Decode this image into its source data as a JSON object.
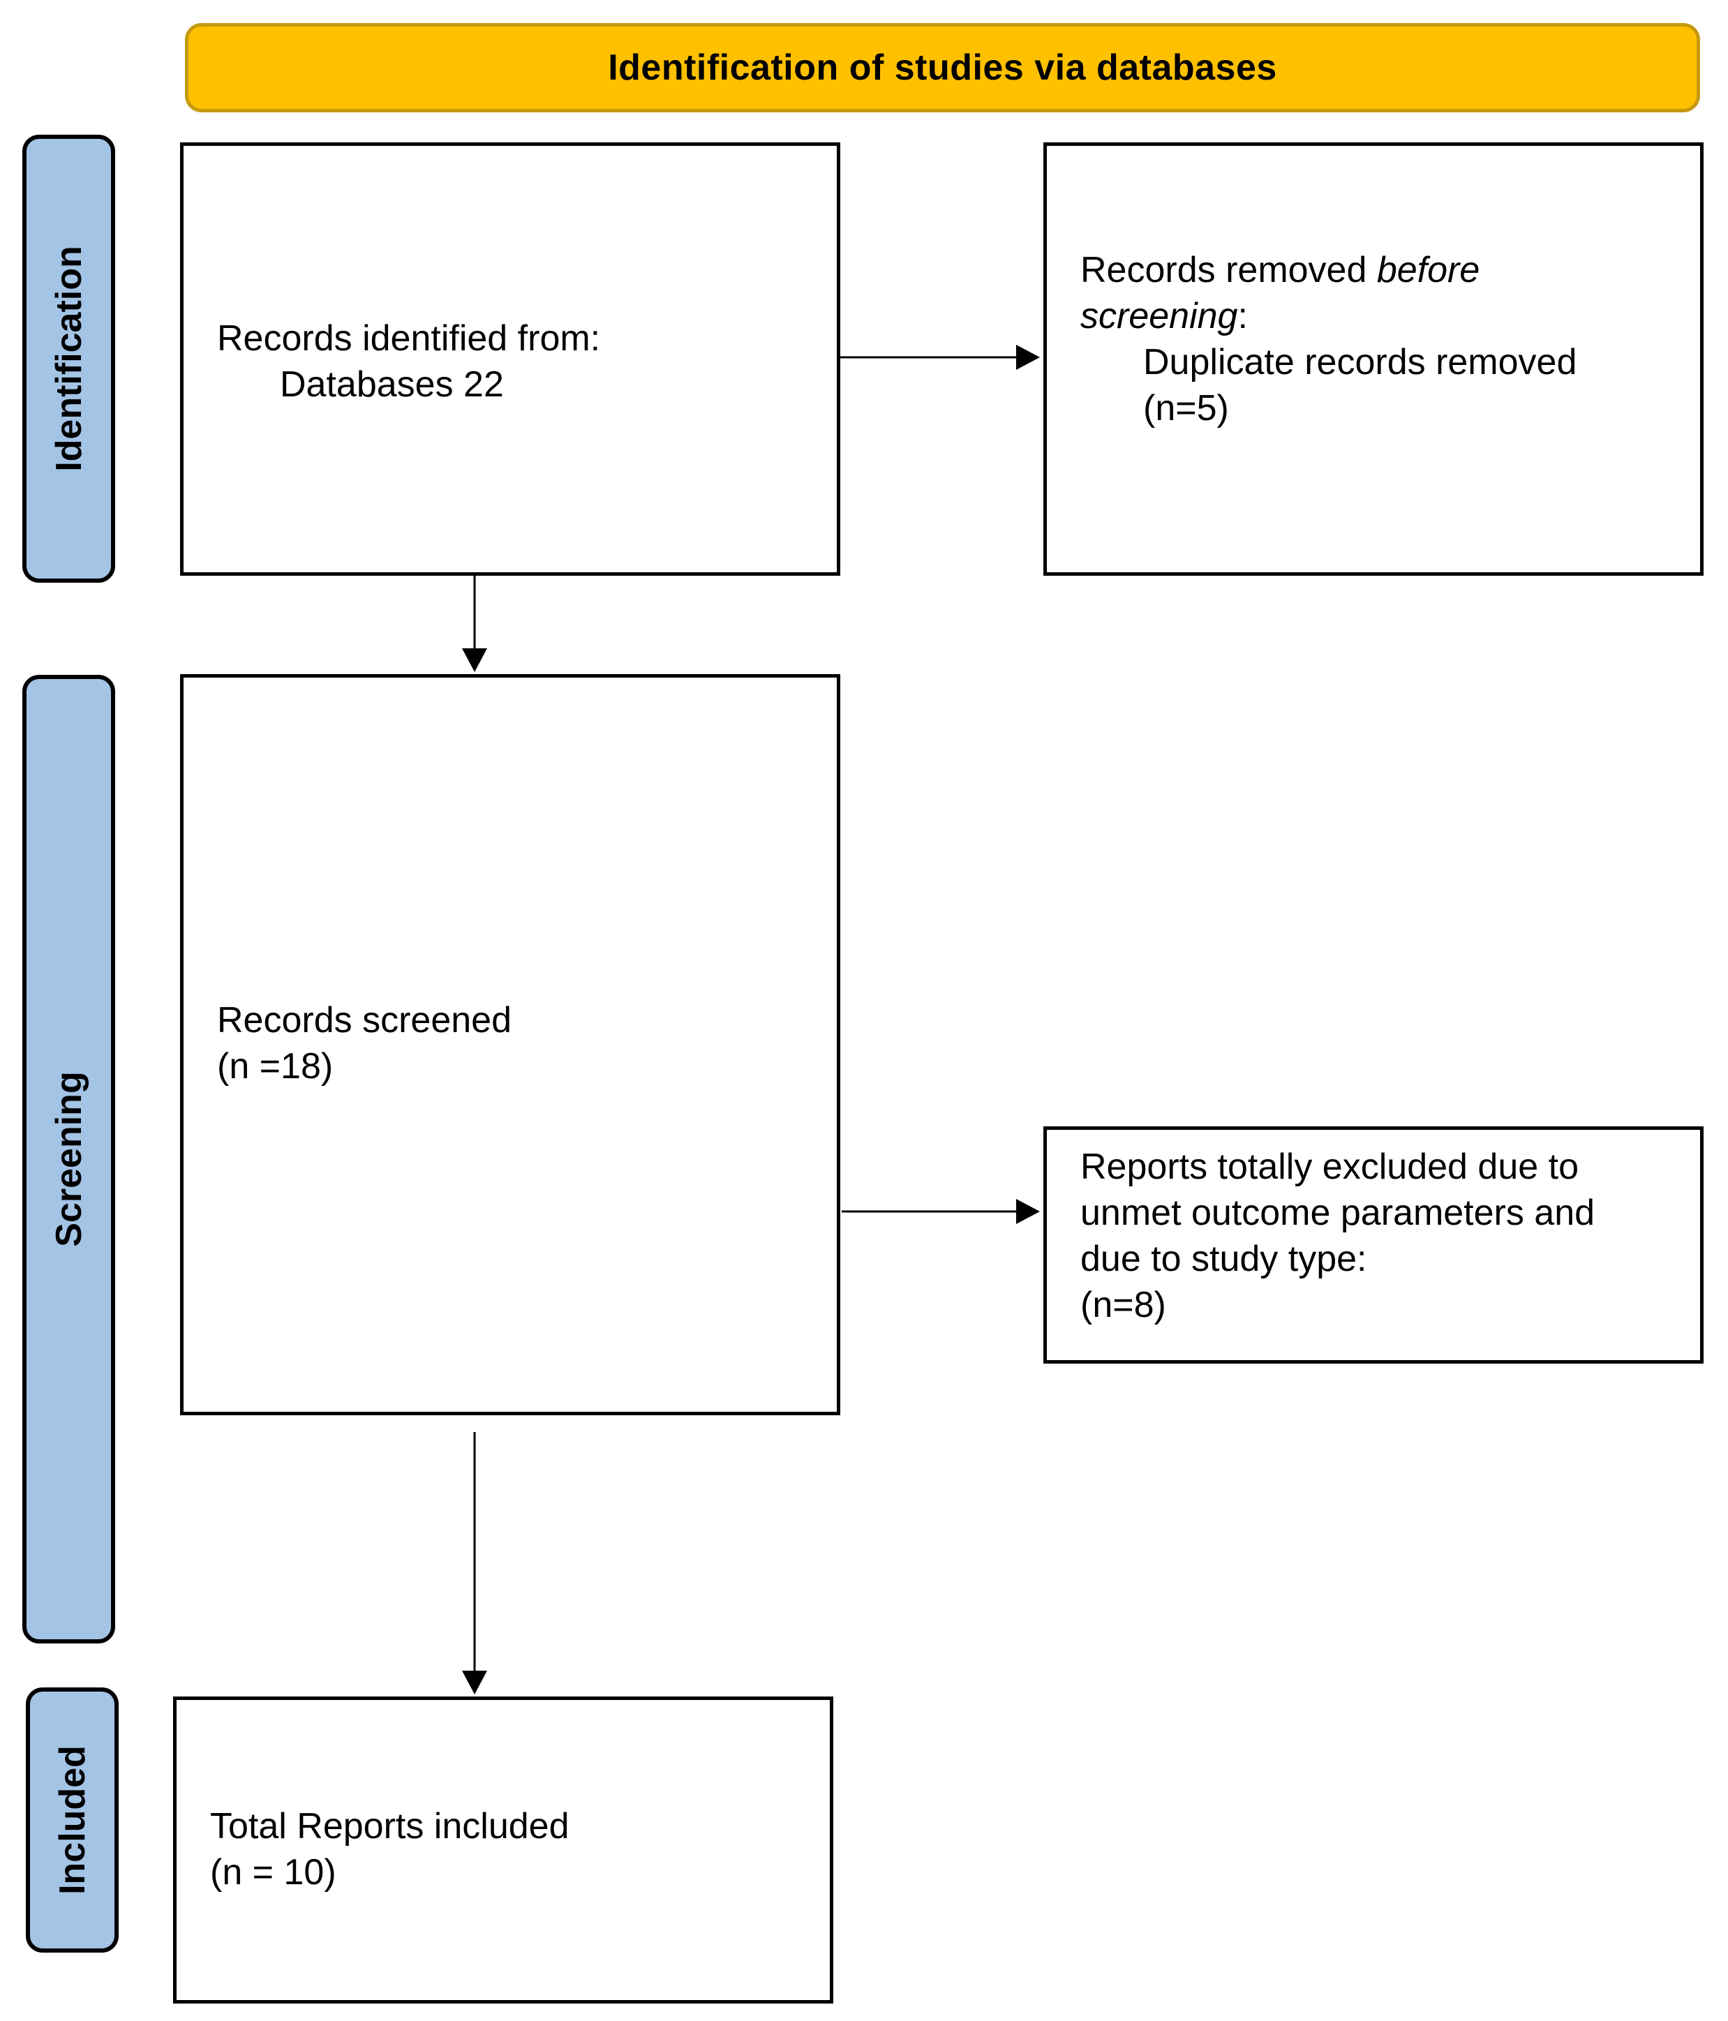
{
  "header": {
    "title": "Identification of studies via databases"
  },
  "phases": {
    "identification": "Identification",
    "screening": "Screening",
    "included": "Included"
  },
  "boxes": {
    "records_identified": {
      "line1": "Records identified from:",
      "line2": "Databases 22"
    },
    "records_removed": {
      "prefix": "Records removed ",
      "emph1": "before",
      "emph2": "screening",
      "suffix": ":",
      "line3": "Duplicate records removed",
      "line4": "(n=5)"
    },
    "records_screened": {
      "line1": "Records screened",
      "line2": "(n =18)"
    },
    "reports_excluded": {
      "line1": "Reports totally excluded due to",
      "line2": "unmet outcome parameters and",
      "line3": "due to study type:",
      "line4": "(n=8)"
    },
    "total_included": {
      "line1": "Total Reports included",
      "line2": "(n = 10)"
    }
  }
}
